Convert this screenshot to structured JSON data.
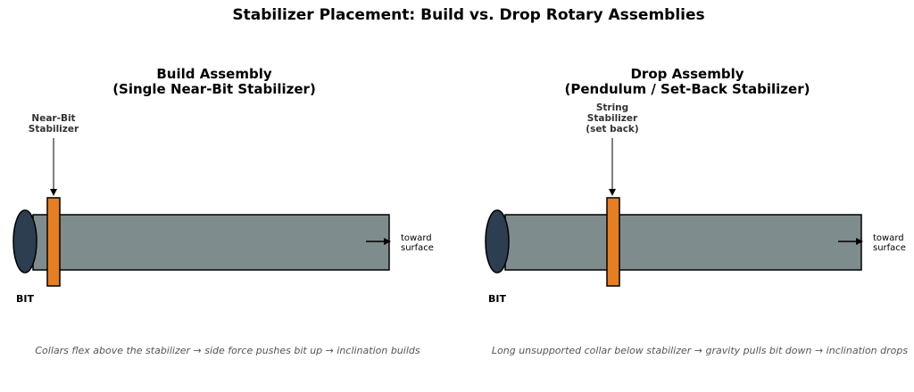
{
  "title": "Stabilizer Placement: Build vs. Drop Rotary Assemblies",
  "colors": {
    "collar": "#7f8c8d",
    "stabilizer": "#e67e22",
    "bit": "#2c3e50",
    "label": "#333333",
    "caption": "#555555"
  },
  "panels": [
    {
      "title_line1": "Build Assembly",
      "title_line2": "(Single Near-Bit Stabilizer)",
      "stabilizer_label": [
        "Near-Bit",
        "Stabilizer"
      ],
      "bit_label": "BIT",
      "surface_label": [
        "toward",
        "surface"
      ],
      "caption": "Collars flex above the stabilizer → side force pushes bit up → inclination builds"
    },
    {
      "title_line1": "Drop Assembly",
      "title_line2": "(Pendulum / Set-Back Stabilizer)",
      "stabilizer_label": [
        "String",
        "Stabilizer",
        "(set back)"
      ],
      "bit_label": "BIT",
      "surface_label": [
        "toward",
        "surface"
      ],
      "caption": "Long unsupported collar below stabilizer → gravity pulls bit down → inclination drops"
    }
  ]
}
